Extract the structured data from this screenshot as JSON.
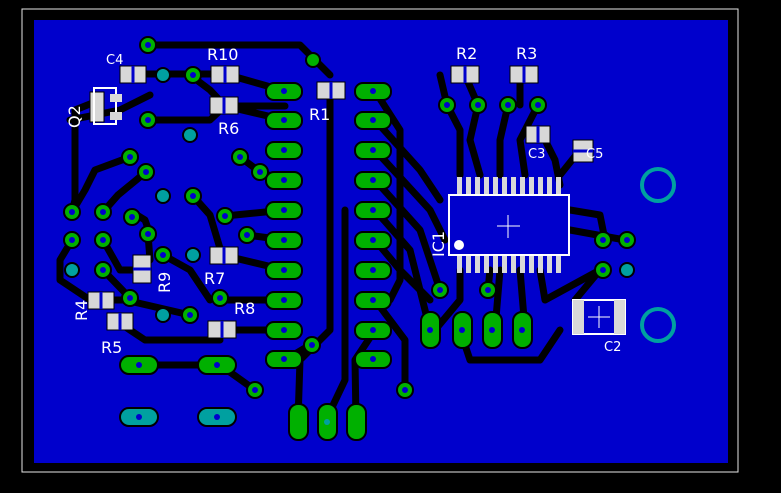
{
  "colors": {
    "background": "#000000",
    "outline": "#e6e6e6",
    "copper": "#0000cc",
    "trace": "#000000",
    "pad_copper": "#00b000",
    "pad_hole": "#00a0a0",
    "smd_pad": "#d8d8d8",
    "silkscreen": "#ffffff"
  },
  "labels": {
    "c4": "C4",
    "r10": "R10",
    "r2": "R2",
    "r3": "R3",
    "q2": "Q2",
    "r1": "R1",
    "r6": "R6",
    "c3": "C3",
    "c5": "C5",
    "ic1": "IC1",
    "r9": "R9",
    "r7": "R7",
    "r4": "R4",
    "r8": "R8",
    "r5": "R5",
    "c2": "C2"
  }
}
